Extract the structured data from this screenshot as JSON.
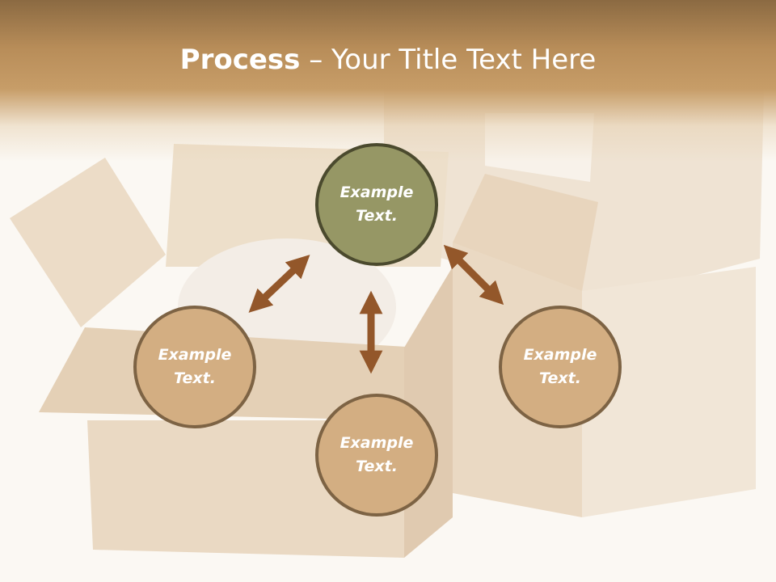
{
  "slide": {
    "title_bold": "Process",
    "title_separator": " – ",
    "title_rest": "Your Title Text Here"
  },
  "nodes": {
    "top": {
      "label": "Example Text."
    },
    "left": {
      "label": "Example Text."
    },
    "bottom": {
      "label": "Example Text."
    },
    "right": {
      "label": "Example Text."
    }
  },
  "colors": {
    "header": "#b88d59",
    "accent_node_fill": "#969765",
    "node_fill": "#d3ae82",
    "node_border": "#7d6344",
    "arrow": "#93572a"
  }
}
